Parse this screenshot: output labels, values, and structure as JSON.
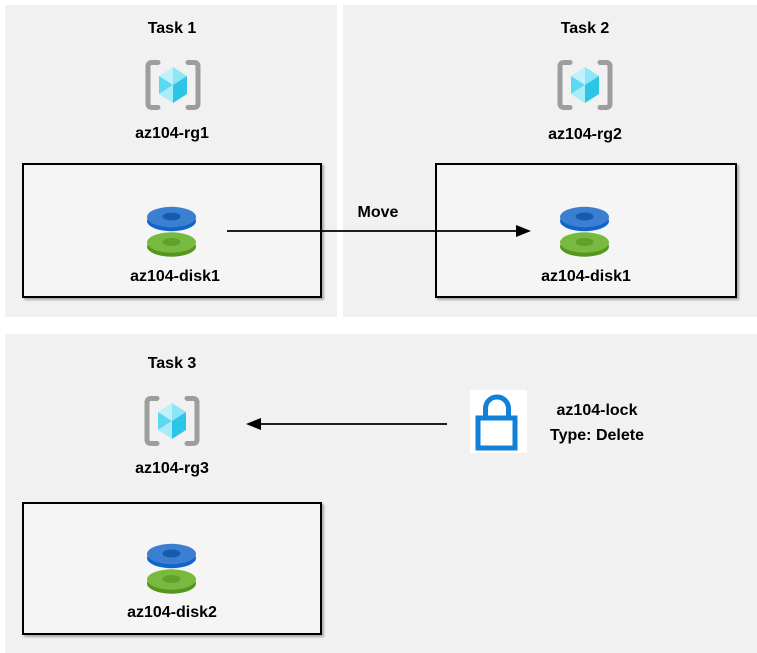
{
  "tasks": [
    {
      "title": "Task 1",
      "resource_group": "az104-rg1",
      "resource": "az104-disk1"
    },
    {
      "title": "Task 2",
      "resource_group": "az104-rg2",
      "resource": "az104-disk1"
    },
    {
      "title": "Task 3",
      "resource_group": "az104-rg3",
      "resource": "az104-disk2"
    }
  ],
  "move_arrow": {
    "label": "Move",
    "direction": "task1-disk to task2-disk"
  },
  "lock": {
    "name": "az104-lock",
    "type_label": "Type: Delete",
    "direction": "lock to task3-resource-group"
  },
  "icons": {
    "resource_group": "resource-group-icon",
    "disk": "disk-icon",
    "lock": "lock-icon"
  },
  "colors": {
    "panel_background": "#f1f1f1",
    "box_background": "#f5f5f5",
    "border_and_text": "#000000",
    "bracket_gray": "#9d9d9d",
    "cube_cyan_light": "#bff1fa",
    "cube_cyan_mid": "#8ce6f5",
    "cube_cyan_dark": "#2cc5e8",
    "disk_blue_top": "#3b7fd2",
    "disk_blue_side": "#1065cc",
    "disk_green_top": "#78ba40",
    "disk_green_side": "#55961d",
    "lock_blue": "#1180d8"
  }
}
